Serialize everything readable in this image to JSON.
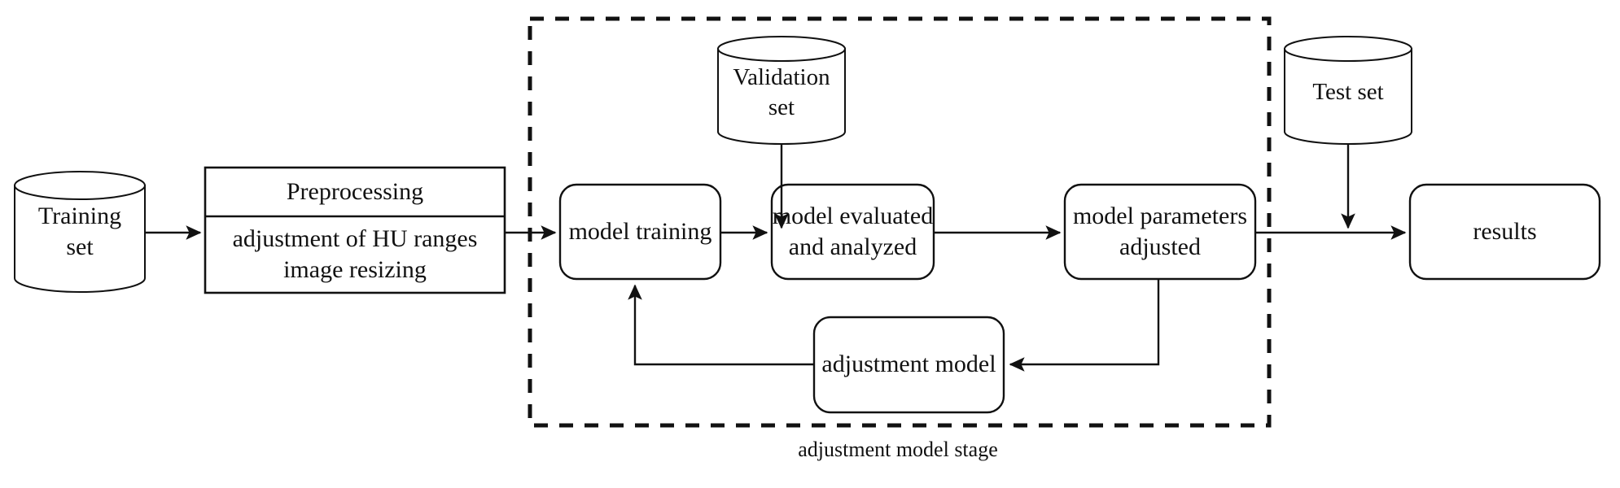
{
  "diagram": {
    "title": "adjustment model stage pipeline",
    "stroke_color": "#1a1a1a",
    "fill_color": "#ffffff",
    "dashed_group_label": "adjustment model stage",
    "nodes": [
      {
        "id": "training-set",
        "shape": "cylinder",
        "label": "Training\nset"
      },
      {
        "id": "preprocessing",
        "shape": "table-box",
        "header": "Preprocessing",
        "body": "adjustment of HU ranges\nimage resizing"
      },
      {
        "id": "validation-set",
        "shape": "cylinder",
        "label": "Validation\nset"
      },
      {
        "id": "model-training",
        "shape": "rounded-rect",
        "label": "model training"
      },
      {
        "id": "model-evaluated",
        "shape": "rounded-rect",
        "label": "model evaluated\nand analyzed"
      },
      {
        "id": "model-parameters",
        "shape": "rounded-rect",
        "label": "model parameters\nadjusted"
      },
      {
        "id": "adjustment-model",
        "shape": "rounded-rect",
        "label": "adjustment model"
      },
      {
        "id": "test-set",
        "shape": "cylinder",
        "label": "Test set"
      },
      {
        "id": "results",
        "shape": "rounded-rect",
        "label": "results"
      }
    ],
    "edges": [
      {
        "from": "training-set",
        "to": "preprocessing",
        "style": "solid-arrow"
      },
      {
        "from": "preprocessing",
        "to": "model-training",
        "style": "solid-arrow"
      },
      {
        "from": "model-training",
        "to": "model-evaluated",
        "style": "solid-arrow"
      },
      {
        "from": "validation-set",
        "to": "model-evaluated",
        "style": "solid-arrow"
      },
      {
        "from": "model-evaluated",
        "to": "model-parameters",
        "style": "solid-arrow"
      },
      {
        "from": "model-parameters",
        "to": "results",
        "style": "solid-arrow"
      },
      {
        "from": "test-set",
        "to": "results",
        "style": "solid-arrow"
      },
      {
        "from": "model-parameters",
        "to": "adjustment-model",
        "style": "solid-arrow"
      },
      {
        "from": "adjustment-model",
        "to": "model-training",
        "style": "solid-arrow"
      }
    ]
  }
}
